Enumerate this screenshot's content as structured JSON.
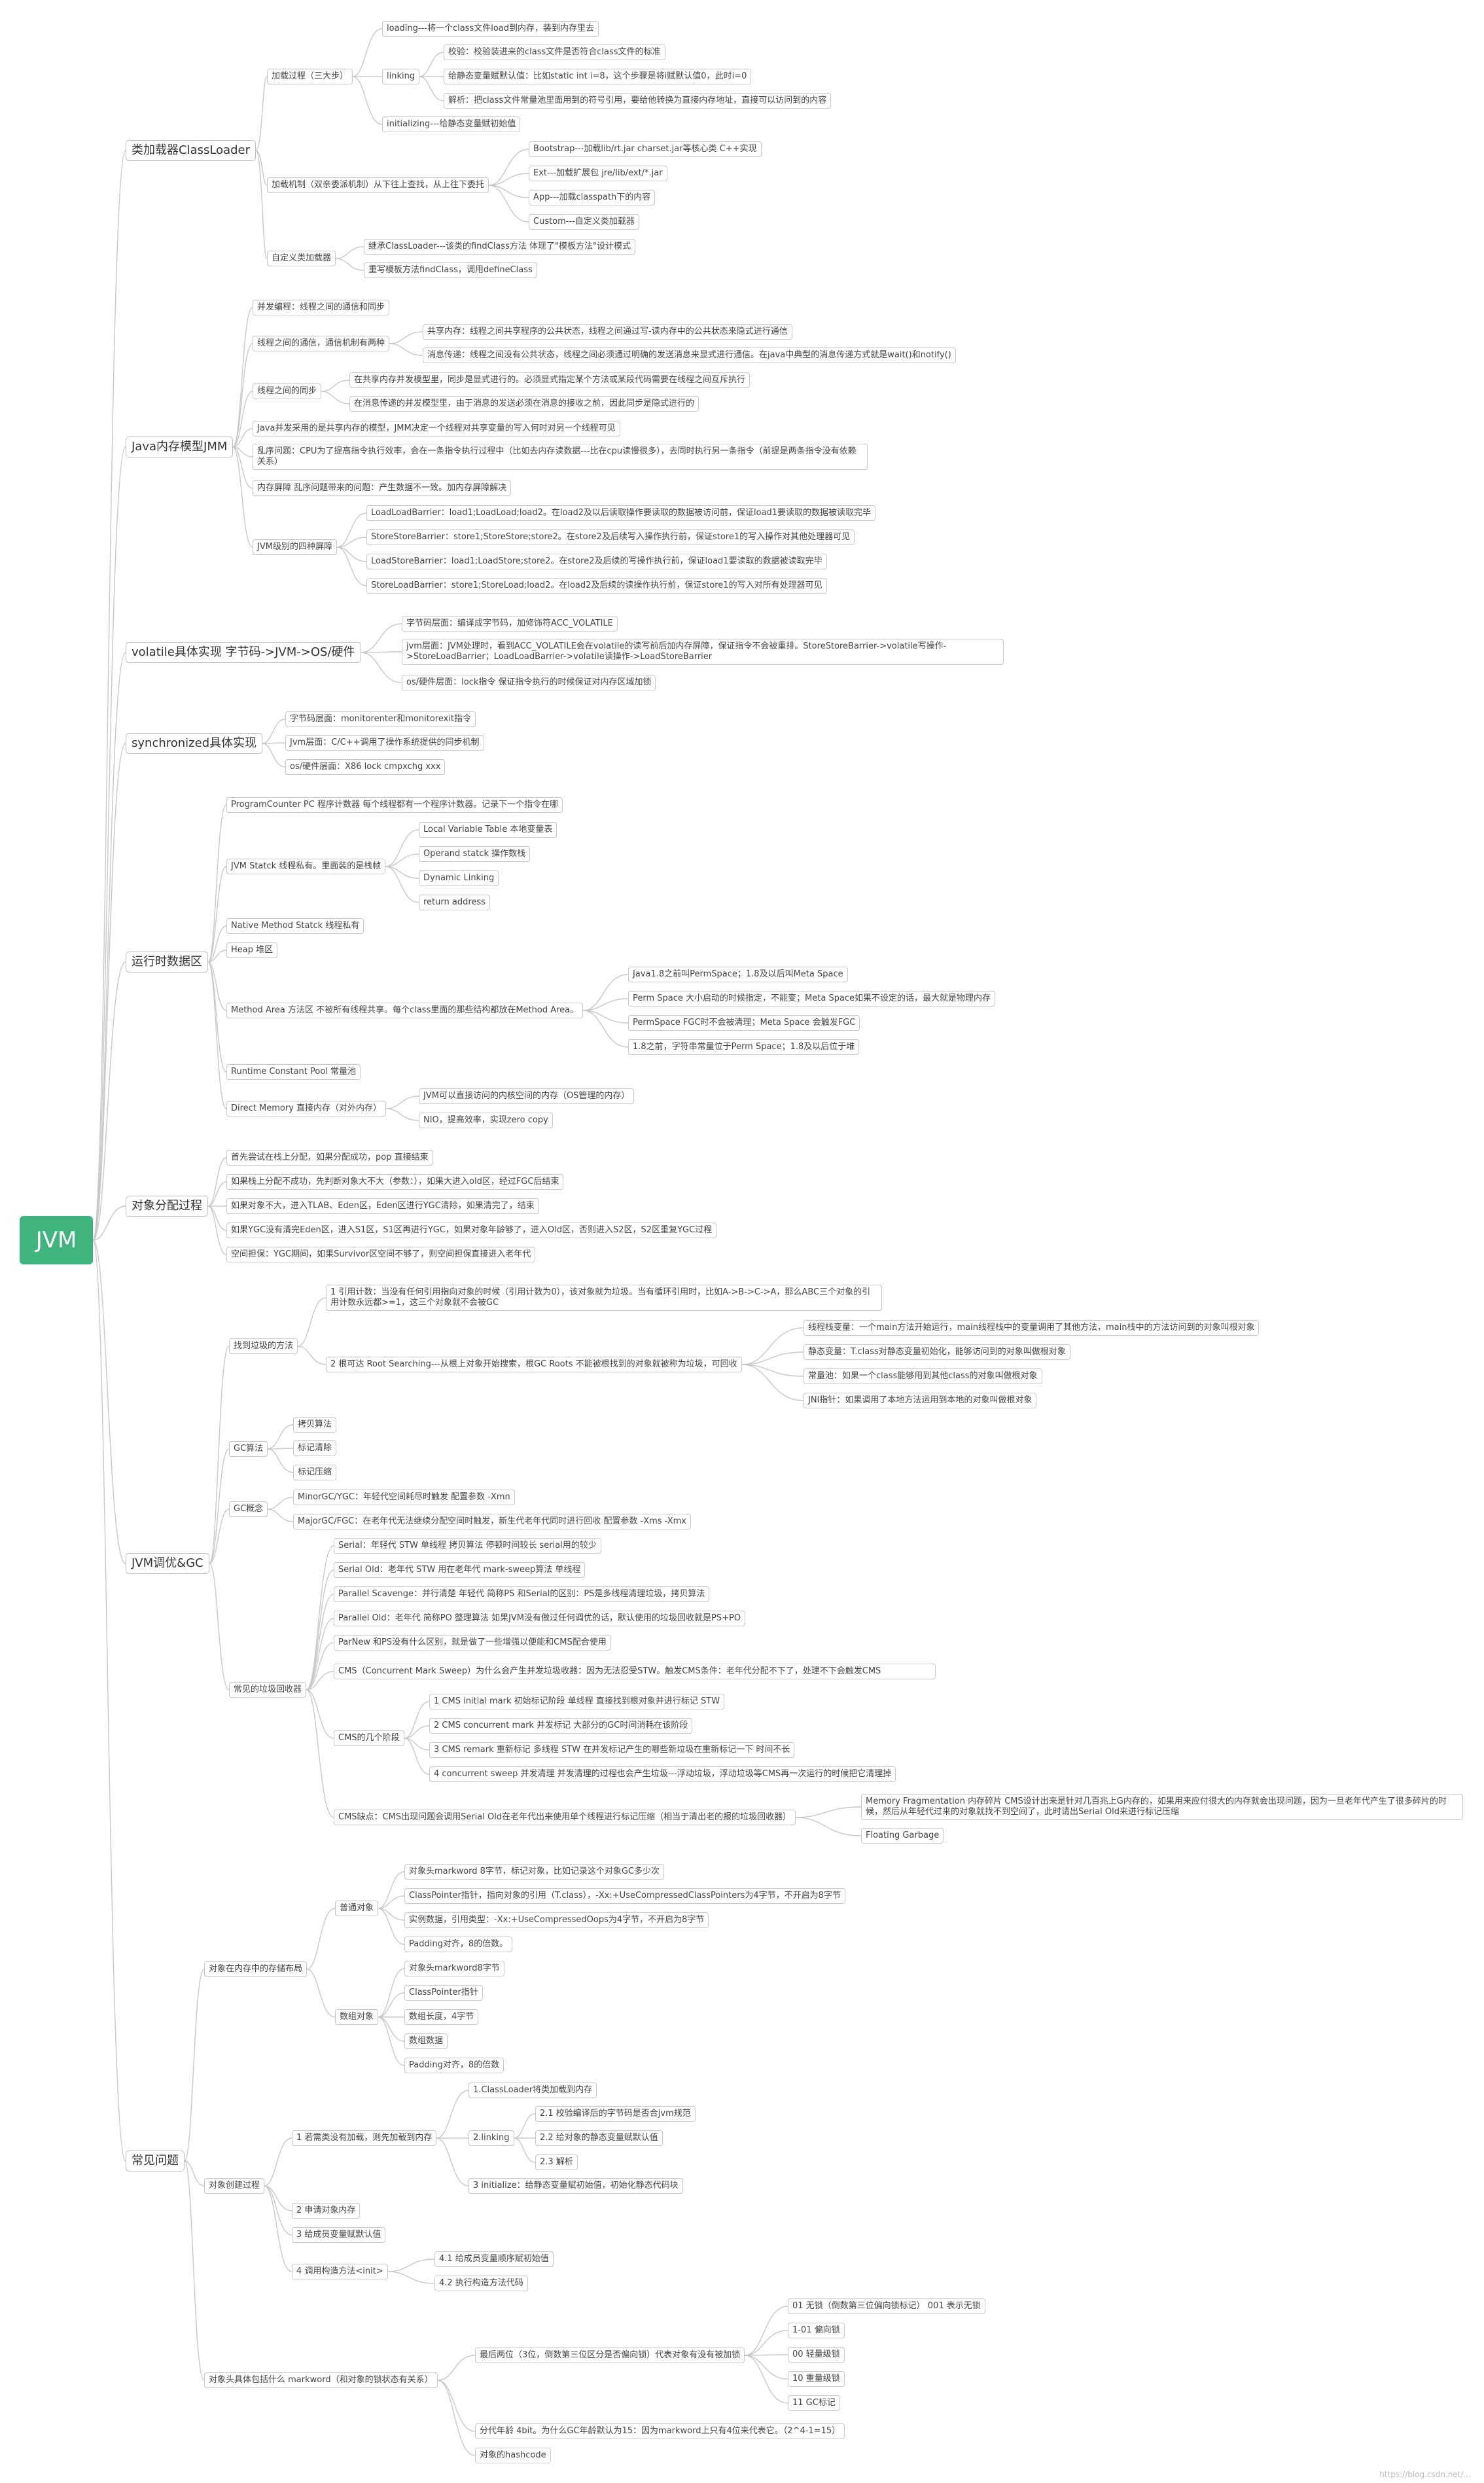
{
  "root": "JVM",
  "watermark": "https://blog.csdn.net/...",
  "nodes": {
    "cl": "类加载器ClassLoader",
    "cl_load": "加载过程（三大步）",
    "cl_load_1": "loading---将一个class文件load到内存，装到内存里去",
    "cl_load_2": "linking",
    "cl_link_1": "校验：校验装进来的class文件是否符合class文件的标准",
    "cl_link_2": "给静态变量赋默认值：比如static int i=8，这个步骤是将i赋默认值0，此时i=0",
    "cl_link_3": "解析：把class文件常量池里面用到的符号引用，要给他转换为直接内存地址，直接可以访问到的内容",
    "cl_load_3": "initializing---给静态变量赋初始值",
    "cl_mech": "加载机制（双亲委派机制）从下往上查找，从上往下委托",
    "cl_mech_1": "Bootstrap---加载lib/rt.jar charset.jar等核心类 C++实现",
    "cl_mech_2": "Ext---加载扩展包 jre/lib/ext/*.jar",
    "cl_mech_3": "App---加载classpath下的内容",
    "cl_mech_4": "Custom---自定义类加载器",
    "cl_custom": "自定义类加载器",
    "cl_custom_1": "继承ClassLoader---该类的findClass方法 体现了\"模板方法\"设计模式",
    "cl_custom_2": "重写模板方法findClass，调用defineClass",
    "jmm": "Java内存模型JMM",
    "jmm_1": "并发编程：线程之间的通信和同步",
    "jmm_2": "线程之间的通信，通信机制有两种",
    "jmm_2_1": "共享内存：线程之间共享程序的公共状态，线程之间通过写-读内存中的公共状态来隐式进行通信",
    "jmm_2_2": "消息传递：线程之间没有公共状态，线程之间必须通过明确的发送消息来显式进行通信。在java中典型的消息传递方式就是wait()和notify()",
    "jmm_3": "线程之间的同步",
    "jmm_3_1": "在共享内存并发模型里，同步是显式进行的。必须显式指定某个方法或某段代码需要在线程之间互斥执行",
    "jmm_3_2": "在消息传递的并发模型里，由于消息的发送必须在消息的接收之前，因此同步是隐式进行的",
    "jmm_4": "Java并发采用的是共享内存的模型，JMM决定一个线程对共享变量的写入何时对另一个线程可见",
    "jmm_5": "乱序问题：CPU为了提高指令执行效率，会在一条指令执行过程中（比如去内存读数据---比在cpu读慢很多），去同时执行另一条指令（前提是两条指令没有依赖关系）",
    "jmm_6": "内存屏障  乱序问题带来的问题：产生数据不一致。加内存屏障解决",
    "jmm_7": "JVM级别的四种屏障",
    "jmm_7_1": "LoadLoadBarrier：load1;LoadLoad;load2。在load2及以后读取操作要读取的数据被访问前，保证load1要读取的数据被读取完毕",
    "jmm_7_2": "StoreStoreBarrier：store1;StoreStore;store2。在store2及后续写入操作执行前，保证store1的写入操作对其他处理器可见",
    "jmm_7_3": "LoadStoreBarrier：load1;LoadStore;store2。在store2及后续的写操作执行前，保证load1要读取的数据被读取完毕",
    "jmm_7_4": "StoreLoadBarrier：store1;StoreLoad;load2。在load2及后续的读操作执行前，保证store1的写入对所有处理器可见",
    "vol": "volatile具体实现 字节码->JVM->OS/硬件",
    "vol_1": "字节码层面：编译成字节码，加修饰符ACC_VOLATILE",
    "vol_2": "jvm层面：JVM处理时，看到ACC_VOLATILE会在volatile的读写前后加内存屏障，保证指令不会被重排。StoreStoreBarrier->volatile写操作->StoreLoadBarrier；LoadLoadBarrier->volatile读操作->LoadStoreBarrier",
    "vol_3": "os/硬件层面：lock指令  保证指令执行的时候保证对内存区域加锁",
    "syn": "synchronized具体实现",
    "syn_1": "字节码层面：monitorenter和monitorexit指令",
    "syn_2": "Jvm层面：C/C++调用了操作系统提供的同步机制",
    "syn_3": "os/硬件层面：X86 lock cmpxchg xxx",
    "rt": "运行时数据区",
    "rt_1": "ProgramCounter PC 程序计数器 每个线程都有一个程序计数器。记录下一个指令在哪",
    "rt_2": "JVM Statck 线程私有。里面装的是栈帧",
    "rt_2_1": "Local Variable Table 本地变量表",
    "rt_2_2": "Operand statck 操作数栈",
    "rt_2_3": "Dynamic Linking",
    "rt_2_4": "return address",
    "rt_3": "Native Method Statck 线程私有",
    "rt_4": "Heap 堆区",
    "rt_5": "Method Area 方法区 不被所有线程共享。每个class里面的那些结构都放在Method Area。",
    "rt_5_1": "Java1.8之前叫PermSpace；1.8及以后叫Meta Space",
    "rt_5_2": "Perm Space 大小启动的时候指定，不能变；Meta Space如果不设定的话，最大就是物理内存",
    "rt_5_3": "PermSpace FGC时不会被清理；Meta Space 会触发FGC",
    "rt_5_4": "1.8之前，字符串常量位于Perm Space；1.8及以后位于堆",
    "rt_6": "Runtime Constant Pool 常量池",
    "rt_7": "Direct Memory 直接内存（对外内存）",
    "rt_7_1": "JVM可以直接访问的内核空间的内存（OS管理的内存）",
    "rt_7_2": "NIO，提高效率，实现zero copy",
    "obj": "对象分配过程",
    "obj_1": "首先尝试在栈上分配，如果分配成功，pop 直接结束",
    "obj_2": "如果栈上分配不成功，先判断对象大不大（参数：），如果大进入old区，经过FGC后结束",
    "obj_3": "如果对象不大，进入TLAB、Eden区，Eden区进行YGC清除，如果清完了，结束",
    "obj_4": "如果YGC没有清完Eden区，进入S1区，S1区再进行YGC，如果对象年龄够了，进入Old区，否则进入S2区，S2区重复YGC过程",
    "obj_5": "空间担保：YGC期间，如果Survivor区空间不够了，则空间担保直接进入老年代",
    "gc": "JVM调优&GC",
    "gc_find": "找到垃圾的方法",
    "gc_find_1": "1 引用计数：当没有任何引用指向对象的时候（引用计数为0），该对象就为垃圾。当有循环引用时，比如A->B->C->A，那么ABC三个对象的引用计数永远都>=1，这三个对象就不会被GC",
    "gc_find_2": "2 根可达 Root Searching---从根上对象开始搜索，根GC Roots 不能被根找到的对象就被称为垃圾，可回收",
    "gc_root_1": "线程栈变量：一个main方法开始运行，main线程栈中的变量调用了其他方法，main栈中的方法访问到的对象叫根对象",
    "gc_root_2": "静态变量：T.class对静态变量初始化，能够访问到的对象叫做根对象",
    "gc_root_3": "常量池：如果一个class能够用到其他class的对象叫做根对象",
    "gc_root_4": "JNI指针：如果调用了本地方法运用到本地的对象叫做根对象",
    "gc_alg": "GC算法",
    "gc_alg_1": "拷贝算法",
    "gc_alg_2": "标记清除",
    "gc_alg_3": "标记压缩",
    "gc_con": "GC概念",
    "gc_con_1": "MinorGC/YGC：年轻代空间耗尽时触发  配置参数 -Xmn",
    "gc_con_2": "MajorGC/FGC：在老年代无法继续分配空间时触发，新生代老年代同时进行回收  配置参数 -Xms -Xmx",
    "gc_col": "常见的垃圾回收器",
    "gc_col_1": "Serial：年轻代  STW  单线程 拷贝算法 停顿时间较长 serial用的较少",
    "gc_col_2": "Serial Old：老年代 STW 用在老年代 mark-sweep算法 单线程",
    "gc_col_3": "Parallel Scavenge：并行清楚 年轻代 简称PS 和Serial的区别：PS是多线程清理垃圾，拷贝算法",
    "gc_col_4": "Parallel Old：老年代 简称PO  整理算法 如果JVM没有做过任何调优的话，默认使用的垃圾回收就是PS+PO",
    "gc_col_5": "ParNew 和PS没有什么区别，就是做了一些增强以便能和CMS配合使用",
    "gc_col_6": "CMS（Concurrent Mark Sweep）为什么会产生并发垃圾收器：因为无法忍受STW。触发CMS条件：老年代分配不下了，处理不下会触发CMS",
    "gc_cms": "CMS的几个阶段",
    "gc_cms_1": "1 CMS initial mark 初始标记阶段 单线程  直接找到根对象并进行标记 STW",
    "gc_cms_2": "2 CMS concurrent mark 并发标记 大部分的GC时间消耗在该阶段",
    "gc_cms_3": "3 CMS remark 重新标记 多线程  STW 在并发标记产生的哪些新垃圾在重新标记一下 时间不长",
    "gc_cms_4": "4 concurrent sweep 并发清理 并发清理的过程也会产生垃圾---浮动垃圾，浮动垃圾等CMS再一次运行的时候把它清理掉",
    "gc_cmsbad": "CMS缺点：CMS出现问题会调用Serial Old在老年代出来使用单个线程进行标记压缩（相当于清出老的报的垃圾回收器）",
    "gc_cmsbad_1": "Memory Fragmentation 内存碎片 CMS设计出来是针对几百兆上G内存的，如果用来应付很大的内存就会出现问题，因为一旦老年代产生了很多碎片的时候，然后从年轻代过来的对象就找不到空间了，此时请出Serial Old来进行标记压缩",
    "gc_cmsbad_2": "Floating Garbage",
    "faq": "常见问题",
    "faq_lay": "对象在内存中的存储布局",
    "faq_nor": "普通对象",
    "faq_nor_1": "对象头markword 8字节，标记对象，比如记录这个对象GC多少次",
    "faq_nor_2": "ClassPointer指针，指向对象的引用（T.class），-Xx:+UseCompressedClassPointers为4字节，不开启为8字节",
    "faq_nor_3": "实例数据，引用类型：-Xx:+UseCompressedOops为4字节，不开启为8字节",
    "faq_nor_4": "Padding对齐，8的倍数。",
    "faq_arr": "数组对象",
    "faq_arr_1": "对象头markword8字节",
    "faq_arr_2": "ClassPointer指针",
    "faq_arr_3": "数组长度，4字节",
    "faq_arr_4": "数组数据",
    "faq_arr_5": "Padding对齐，8的倍数",
    "faq_cre": "对象创建过程",
    "faq_cre_1": "1 若需类没有加载，则先加载到内存",
    "faq_cre_1_1": "1.ClassLoader将类加载到内存",
    "faq_cre_1_2": "2.linking",
    "faq_link_1": "2.1 校验编译后的字节码是否合jvm规范",
    "faq_link_2": "2.2 给对象的静态变量赋默认值",
    "faq_link_3": "2.3 解析",
    "faq_cre_1_3": "3 initialize：给静态变量赋初始值，初始化静态代码块",
    "faq_cre_2": "2 申请对象内存",
    "faq_cre_3": "3 给成员变量赋默认值",
    "faq_cre_4": "4 调用构造方法<init>",
    "faq_cre_4_1": "4.1 给成员变量顺序赋初始值",
    "faq_cre_4_2": "4.2 执行构造方法代码",
    "faq_mw": "对象头具体包括什么 markword（和对象的锁状态有关系）",
    "faq_mw_1": "最后两位（3位，倒数第三位区分是否偏向锁）代表对象有没有被加锁",
    "faq_mw_1_1": "01 无锁（倒数第三位偏向锁标记） 001 表示无锁",
    "faq_mw_1_2": "1-01 偏向锁",
    "faq_mw_1_3": "00 轻量级锁",
    "faq_mw_1_4": "10 重量级锁",
    "faq_mw_1_5": "11 GC标记",
    "faq_mw_2": "分代年龄 4bit。为什么GC年龄默认为15：因为markword上只有4位来代表它。（2^4-1=15）",
    "faq_mw_3": "对象的hashcode"
  }
}
